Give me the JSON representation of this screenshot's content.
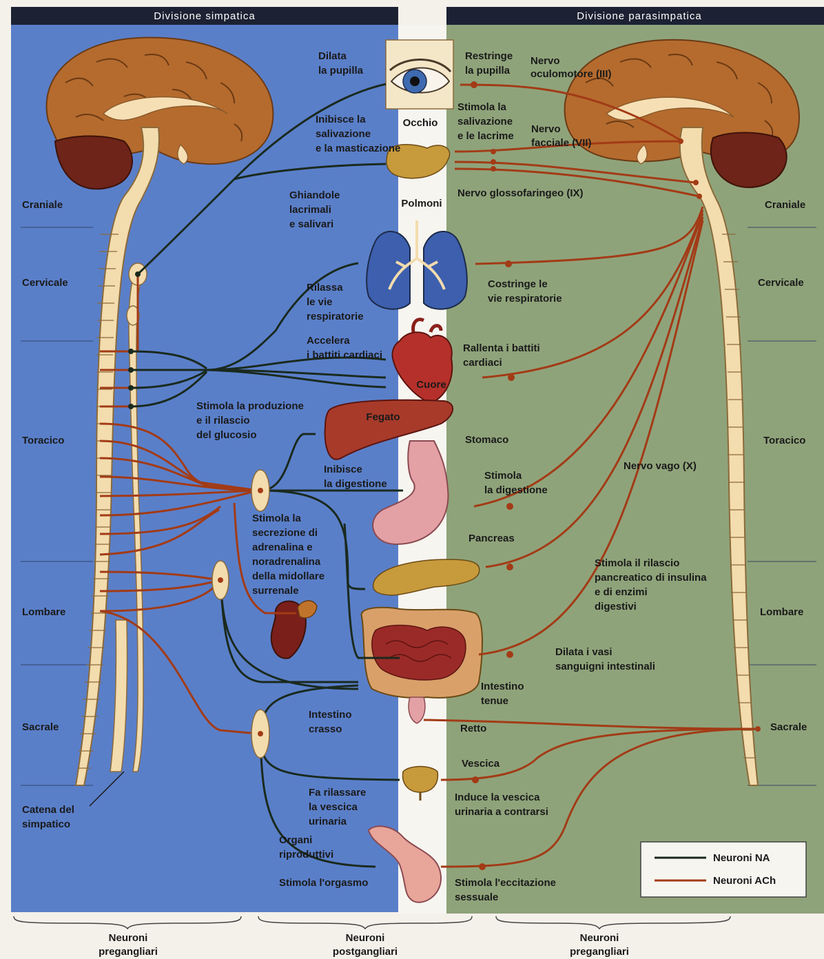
{
  "headers": {
    "sympathetic": "Divisione simpatica",
    "parasympathetic": "Divisione parasimpatica"
  },
  "levels_left": [
    "Craniale",
    "Cervicale",
    "Toracico",
    "Lombare",
    "Sacrale"
  ],
  "levels_right": [
    "Craniale",
    "Cervicale",
    "Toracico",
    "Lombare",
    "Sacrale"
  ],
  "organs": {
    "eye": "Occhio",
    "lungs": "Polmoni",
    "heart": "Cuore",
    "liver": "Fegato",
    "stomach": "Stomaco",
    "pancreas": "Pancreas",
    "small_intestine": [
      "Intestino",
      "tenue"
    ],
    "large_intestine": [
      "Intestino",
      "crasso"
    ],
    "rectum": "Retto",
    "bladder": "Vescica",
    "glands": [
      "Ghiandole",
      "lacrimali",
      "e salivari"
    ],
    "reproductive": [
      "Organi",
      "riproduttivi"
    ]
  },
  "sympathetic_effects": {
    "pupil": [
      "Dilata",
      "la pupilla"
    ],
    "salivation": [
      "Inibisce la",
      "salivazione",
      "e la masticazione"
    ],
    "airways": [
      "Rilassa",
      "le vie",
      "respiratorie"
    ],
    "heart": [
      "Accelera",
      "i battiti cardiaci"
    ],
    "glucose": [
      "Stimola la produzione",
      "e il rilascio",
      "del glucosio"
    ],
    "digestion": [
      "Inibisce",
      "la digestione"
    ],
    "adrenal": [
      "Stimola la",
      "secrezione di",
      "adrenalina e",
      "noradrenalina",
      "della midollare",
      "surrenale"
    ],
    "bladder": [
      "Fa rilassare",
      "la vescica",
      "urinaria"
    ],
    "orgasm": "Stimola l'orgasmo"
  },
  "parasympathetic_effects": {
    "pupil": [
      "Restringe",
      "la pupilla"
    ],
    "saliva": [
      "Stimola la",
      "salivazione",
      "e le lacrime"
    ],
    "airways": [
      "Costringe le",
      "vie respiratorie"
    ],
    "heart": [
      "Rallenta i battiti",
      "cardiaci"
    ],
    "digestion": [
      "Stimola",
      "la digestione"
    ],
    "pancreas": [
      "Stimola il rilascio",
      "pancreatico di insulina",
      "e di enzimi",
      "digestivi"
    ],
    "vessels": [
      "Dilata i vasi",
      "sanguigni intestinali"
    ],
    "bladder": [
      "Induce la vescica",
      "urinaria a contrarsi"
    ],
    "arousal": [
      "Stimola l'eccitazione",
      "sessuale"
    ]
  },
  "nerves": {
    "oculomotor": [
      "Nervo",
      "oculomotore (III)"
    ],
    "facial": [
      "Nervo",
      "facciale (VII)"
    ],
    "glossopharyngeal": "Nervo glossofaringeo (IX)",
    "vagus": "Nervo vago (X)"
  },
  "chain_label": [
    "Catena del",
    "simpatico"
  ],
  "legend": {
    "na": "Neuroni NA",
    "ach": "Neuroni ACh",
    "na_color": "#1a2a1e",
    "ach_color": "#a23b16"
  },
  "bottom": {
    "left": [
      "Neuroni",
      "pregangliari"
    ],
    "middle": [
      "Neuroni",
      "postgangliari"
    ],
    "right": [
      "Neuroni",
      "pregangliari"
    ]
  },
  "colors": {
    "sympathetic_bg": "#5a7fc9",
    "parasympathetic_bg": "#8fa37a",
    "header_bg": "#1c2233",
    "cord": "#f3dcae",
    "brain": "#b56b2e",
    "cerebellum": "#6e2418"
  }
}
